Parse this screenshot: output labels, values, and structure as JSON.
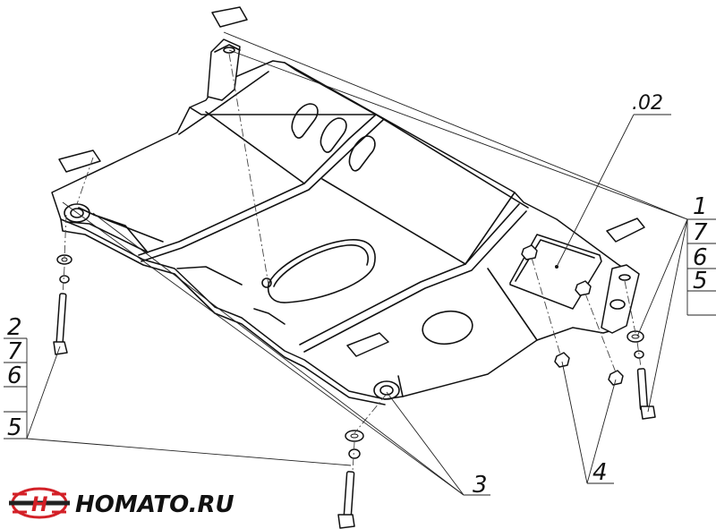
{
  "callouts": {
    "right_stack": [
      "1",
      "7",
      "6",
      "5"
    ],
    "left_stack": [
      "2",
      "7",
      "6",
      "5"
    ],
    "bottom_center": "3",
    "bottom_right": "4",
    "plate": ".02"
  },
  "brand": {
    "name": "HOMATO.RU",
    "logo_letter": "H",
    "colors": {
      "logo_red": "#d32027",
      "logo_dark": "#222222"
    }
  }
}
